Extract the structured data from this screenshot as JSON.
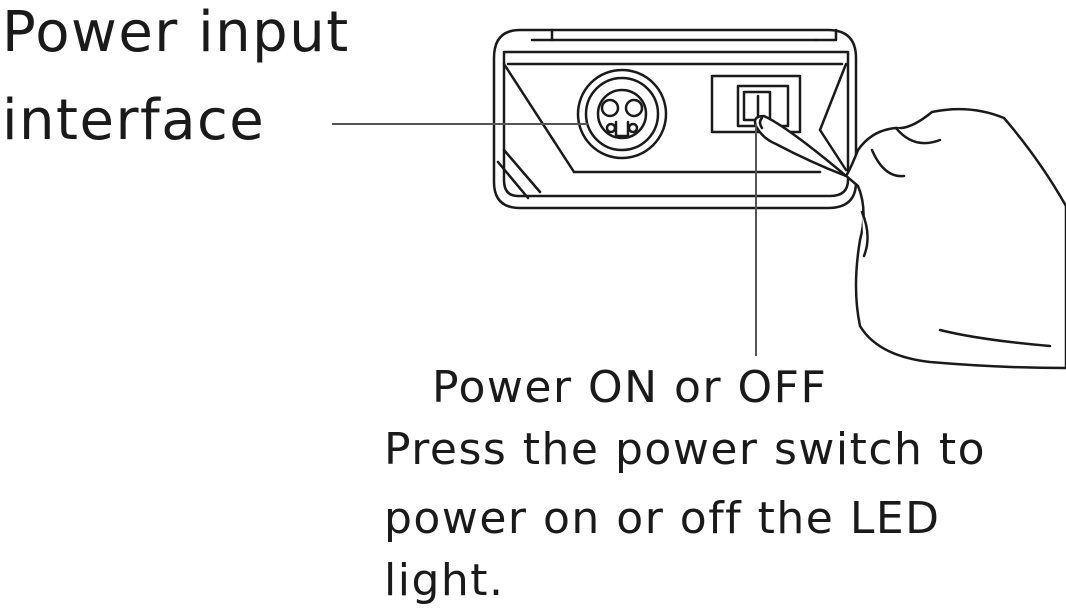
{
  "labels": {
    "power_input": [
      "Power input",
      "interface"
    ],
    "power_switch_title": "Power ON or OFF",
    "power_switch_description": [
      "Press the power switch to",
      "power on or off the LED",
      "light."
    ]
  },
  "colors": {
    "line": "#1a1a1a",
    "leader": "#555555",
    "background": "#ffffff"
  },
  "icons": {
    "device": "power-box-illustration",
    "connector": "circular-connector-icon",
    "switch": "rocker-switch-icon",
    "hand": "pointing-hand-illustration"
  }
}
